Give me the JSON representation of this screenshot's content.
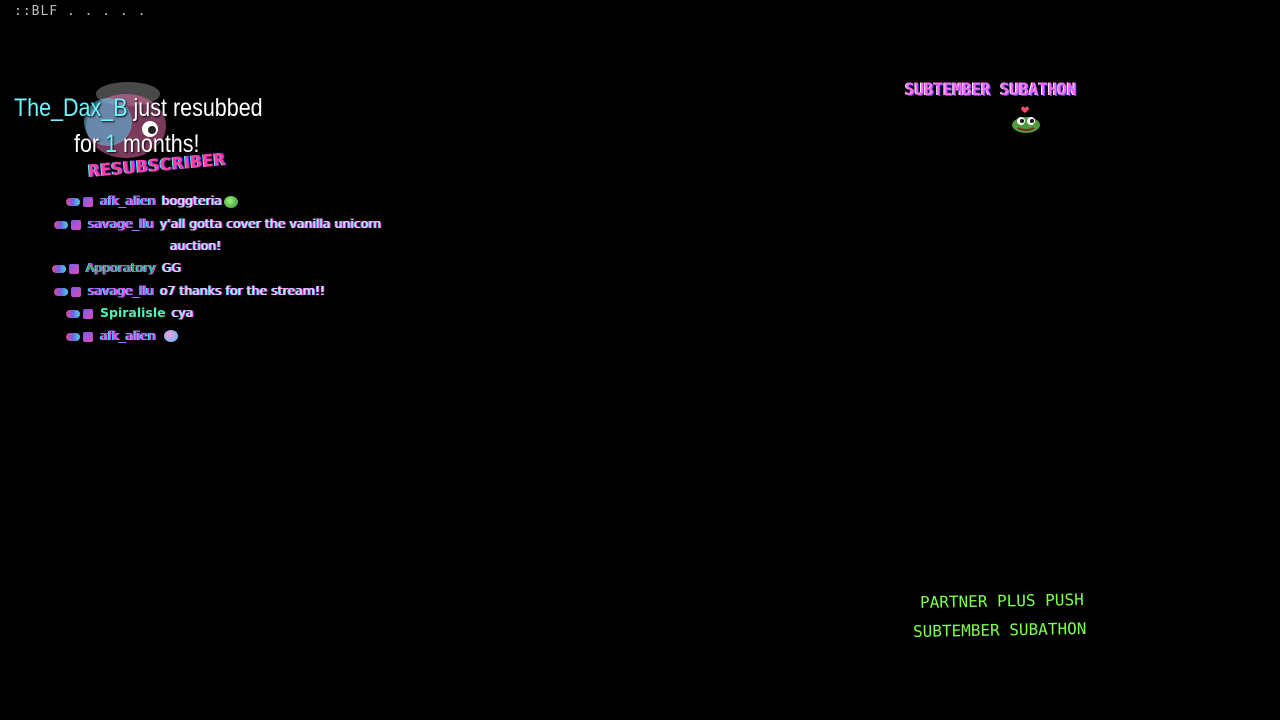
{
  "corner": {
    "text": "::BLF  . . . . ."
  },
  "alert": {
    "username": "The_Dax_B",
    "line1_rest": " just resubbed",
    "line2_prefix": "for ",
    "months": "1",
    "line2_suffix": " months!",
    "badge": "RESUBSCRIBER"
  },
  "chat": {
    "messages": [
      {
        "user": "afk_alien",
        "text": "boggteria"
      },
      {
        "user": "savage_llu",
        "text": "y'all gotta cover the vanilla unicorn",
        "text2": "auction!"
      },
      {
        "user": "Apporatory",
        "text": "GG"
      },
      {
        "user": "savage_llu",
        "text": "o7 thanks for the stream!!"
      },
      {
        "user": "Spiralisle",
        "text": "cya"
      },
      {
        "user": "afk_alien",
        "text": ""
      }
    ]
  },
  "subtember": {
    "title": "SUBTEMBER SUBATHON"
  },
  "bottom": {
    "line1": "PARTNER PLUS PUSH",
    "line2": "SUBTEMBER SUBATHON"
  },
  "colors": {
    "accent_cyan": "#6ff4ff",
    "accent_pink": "#ff6bf0",
    "accent_green": "#7dff4a"
  }
}
